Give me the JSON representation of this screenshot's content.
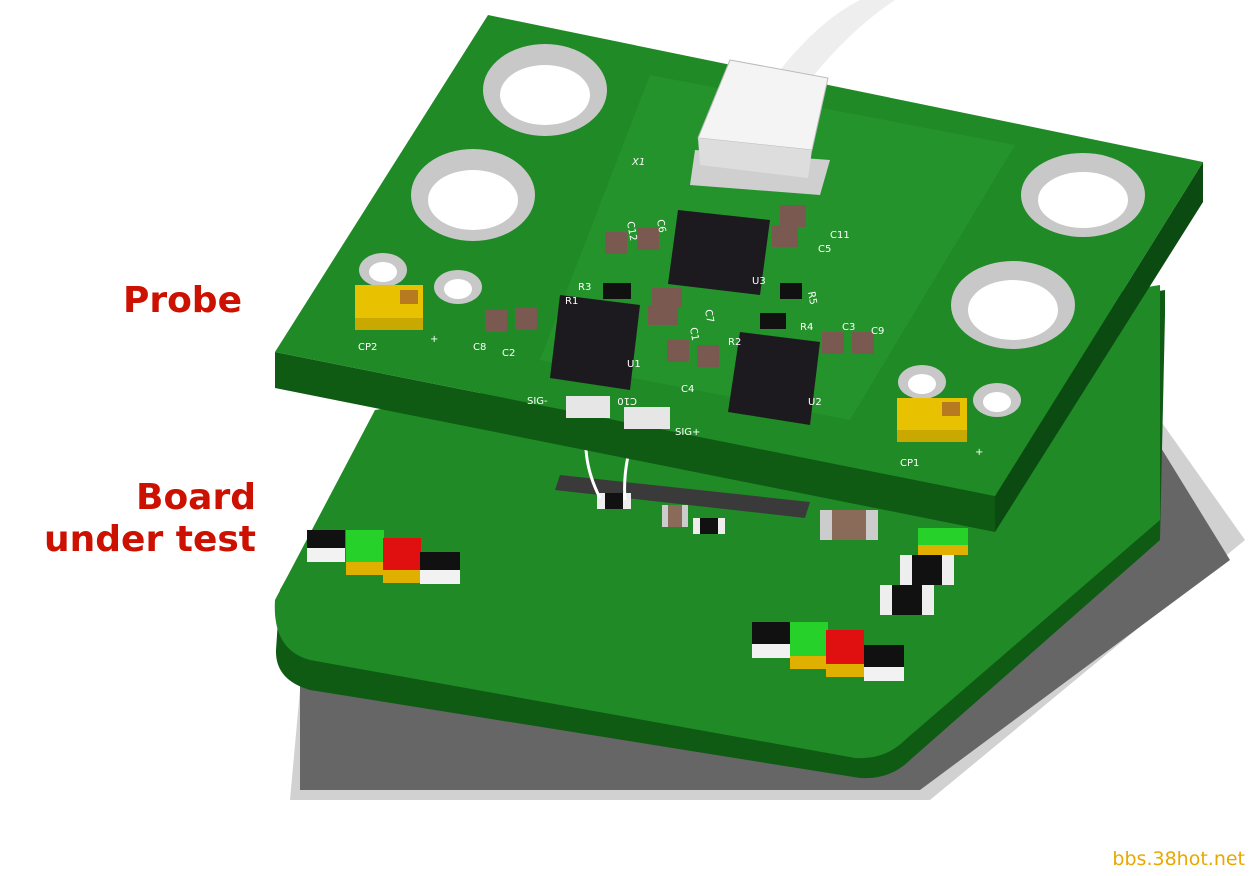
{
  "callouts": {
    "probe": "Probe",
    "board_line1": "Board",
    "board_line2": "under test"
  },
  "probe_board": {
    "connector_label": "X1",
    "component_labels": [
      "C12",
      "C6",
      "C11",
      "C5",
      "U3",
      "R3",
      "R1",
      "R5",
      "C7",
      "R4",
      "C3",
      "C9",
      "C8",
      "C2",
      "U1",
      "R2",
      "C1",
      "C4",
      "C10",
      "U2",
      "CP2",
      "CP1",
      "SIG-",
      "SIG+"
    ]
  },
  "watermark": "bbs.38hot.net",
  "colors": {
    "callout_text": "#cc1100",
    "watermark_text": "#e8a800",
    "pcb_green": "#1f8a26",
    "pcb_edge": "#0f5b14",
    "shadow": "#5a5a5a"
  }
}
